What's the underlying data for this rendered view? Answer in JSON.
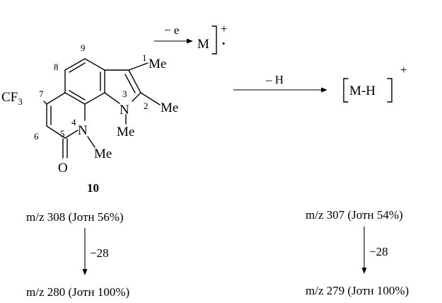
{
  "molecule": {
    "compound_number": "10",
    "substituents": {
      "cf3": "CF",
      "cf3_sub": "3",
      "me_c1": "Me",
      "me_c2": "Me",
      "me_n3": "Me",
      "me_n4": "Me",
      "oxygen": "O",
      "n3": "N",
      "n4": "N"
    },
    "locants": {
      "l1": "1",
      "l2": "2",
      "l3": "3",
      "l4": "4",
      "l5": "5",
      "l6": "6",
      "l7": "7",
      "l8": "8",
      "l9": "9"
    }
  },
  "ionization": {
    "arrow_label": "− e",
    "product": "M",
    "charge": "+",
    "radical_dot": "·"
  },
  "h_loss": {
    "arrow_label": "– H",
    "product": "M-H",
    "charge": "+"
  },
  "fragmentation": {
    "left": {
      "parent": "m/z 308 (Jотн 56%)",
      "step": "−28",
      "daughter": "m/z 280 (Jотн 100%)"
    },
    "right": {
      "parent": "m/z 307 (Jотн 54%)",
      "step": "−28",
      "daughter": "m/z 279 (Jотн 100%)"
    }
  }
}
